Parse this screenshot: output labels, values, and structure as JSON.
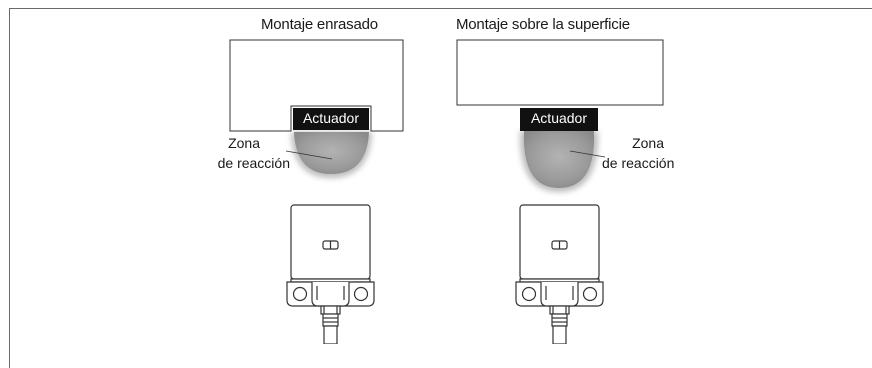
{
  "diagram": {
    "flush_mount": {
      "title": "Montaje enrasado",
      "actuator_label": "Actuador",
      "zone_label_line1": "Zona",
      "zone_label_line2": "de reacción"
    },
    "surface_mount": {
      "title": "Montaje sobre la superficie",
      "actuator_label": "Actuador",
      "zone_label_line1": "Zona",
      "zone_label_line2": "de reacción"
    }
  },
  "colors": {
    "line": "#333333",
    "actuator_fill": "#111111",
    "zone_fill": "#a6a6a6",
    "frame": "#6a6a6a"
  }
}
